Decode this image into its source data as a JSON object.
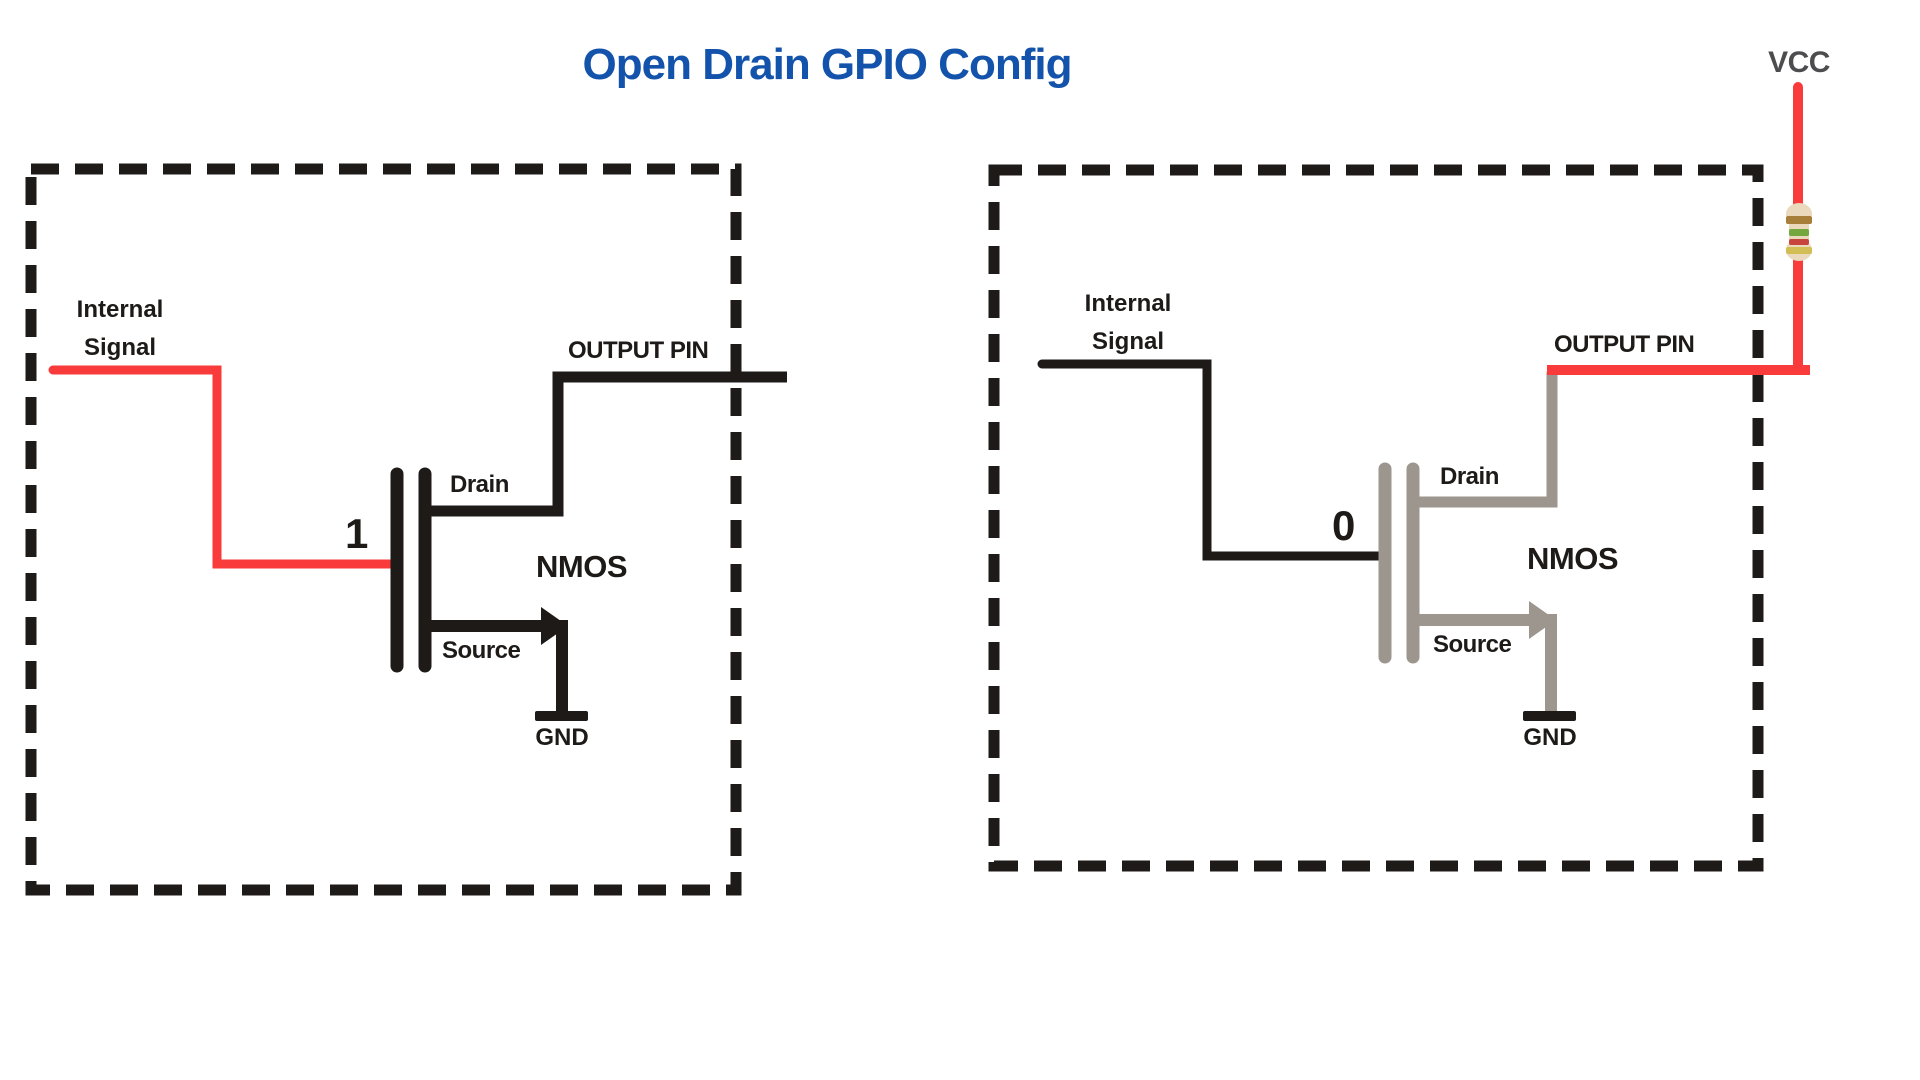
{
  "page": {
    "title": "Open Drain GPIO Config"
  },
  "colors": {
    "title_blue": "#1353ab",
    "signal_red": "#f93b3b",
    "inactive_gray": "#9d968e",
    "wire_black": "#1d1a18",
    "vcc_label_gray": "#4d4d4f",
    "resistor_body": "#ead9bc",
    "resistor_bands": [
      "#a87f3a",
      "#74a73e",
      "#c7453d",
      "#d3bd55"
    ]
  },
  "left_circuit": {
    "internal_signal_label": "Internal\nSignal",
    "gate_value": "1",
    "drain_label": "Drain",
    "source_label": "Source",
    "transistor_label": "NMOS",
    "output_pin_label": "OUTPUT PIN",
    "gnd_label": "GND"
  },
  "right_circuit": {
    "internal_signal_label": "Internal\nSignal",
    "gate_value": "0",
    "drain_label": "Drain",
    "source_label": "Source",
    "transistor_label": "NMOS",
    "output_pin_label": "OUTPUT PIN",
    "gnd_label": "GND",
    "vcc_label": "VCC"
  }
}
